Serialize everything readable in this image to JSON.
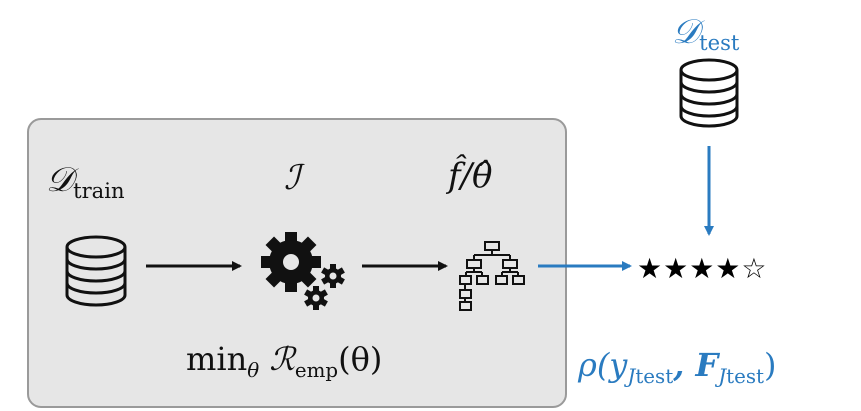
{
  "nodes": {
    "train_data": {
      "label_main": "𝒟",
      "label_sub": "train",
      "icon": "database-icon"
    },
    "inducer": {
      "label": "ℐ",
      "icon": "gears-icon"
    },
    "model": {
      "label": "f̂/θ̂",
      "icon": "tree-model-icon"
    },
    "test_data": {
      "label_main": "𝒟",
      "label_sub": "test",
      "icon": "database-icon"
    },
    "performance": {
      "stars": "★★★★☆",
      "icon": "star-rating-icon"
    }
  },
  "labels": {
    "objective_min": "min",
    "objective_theta": "θ",
    "objective_risk": "ℛ",
    "objective_risk_sub": "emp",
    "objective_arg": "(θ)",
    "metric": "ρ(y",
    "metric_sub1": "J",
    "metric_sub1b": "test",
    "metric_mid": ", F",
    "metric_sub2": "J",
    "metric_sub2b": "test",
    "metric_end": ")"
  },
  "colors": {
    "accent_blue": "#2a7bc0",
    "box_fill": "#e6e6e6",
    "box_border": "#9a9a9a",
    "ink": "#111111"
  }
}
